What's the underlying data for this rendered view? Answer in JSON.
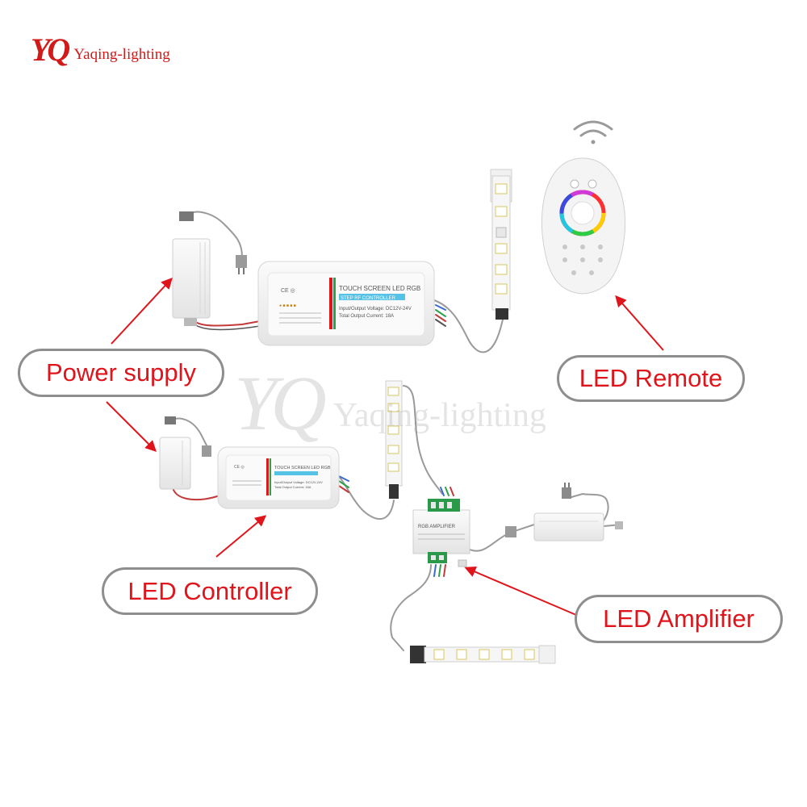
{
  "brand": {
    "mark": "YQ",
    "name": "Yaqing-lighting"
  },
  "watermark": {
    "mark": "YQ",
    "name": "Yaqing-lighting"
  },
  "labels": {
    "power_supply": "Power supply",
    "led_remote": "LED Remote",
    "led_controller": "LED Controller",
    "led_amplifier": "LED Amplifier"
  },
  "device_text": {
    "controller_title": "TOUCH SCREEN LED RGB",
    "controller_subtitle": "STEP RF CONTROLLER",
    "controller_voltage": "Input/Output Voltage: DC12V-24V",
    "controller_current": "Total Output Current: 18A",
    "amplifier_title": "RGB AMPLIFIER"
  },
  "colors": {
    "label_text": "#e0141b",
    "label_border": "#8e8e8e",
    "arrow": "#e0141b",
    "brand": "#d11a1a"
  }
}
